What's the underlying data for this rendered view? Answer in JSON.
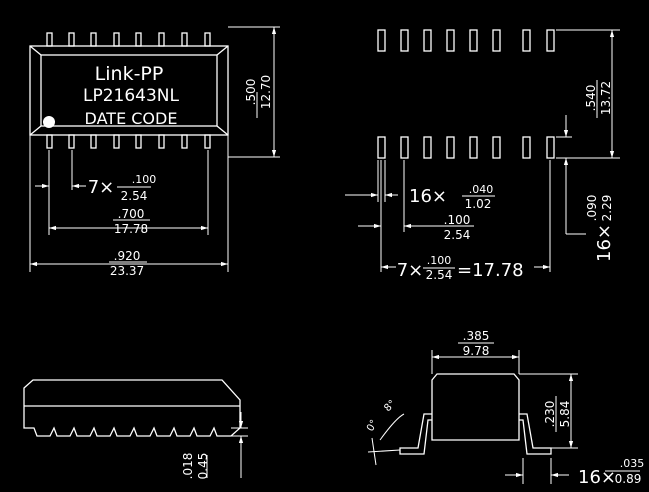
{
  "top_view": {
    "brand": "Link-PP",
    "part_number": "LP21643NL",
    "date_code": "DATE CODE",
    "height_in": ".500",
    "height_mm": "12.70",
    "pitch_count": "7",
    "pitch_in": ".100",
    "pitch_mm": "2.54",
    "span_in": ".700",
    "span_mm": "17.78",
    "body_len_in": ".920",
    "body_len_mm": "23.37"
  },
  "pad_layout": {
    "pad_span_in": ".540",
    "pad_span_mm": "13.72",
    "pad_count": "16",
    "pad_width_in": ".040",
    "pad_width_mm": "1.02",
    "pitch_in": ".100",
    "pitch_mm": "2.54",
    "pad_len_in": ".090",
    "pad_len_mm": "2.29",
    "total_count": "7",
    "total_pitch_in": ".100",
    "total_pitch_mm": "2.54",
    "total_mm": "=17.78"
  },
  "side_view": {
    "standoff_in": ".018",
    "standoff_mm": "0.45"
  },
  "end_view": {
    "width_in": ".385",
    "width_mm": "9.78",
    "height_in": ".230",
    "height_mm": "5.84",
    "angle_min": "0°",
    "angle_max": "8°",
    "lead_count": "16",
    "lead_in": ".035",
    "lead_mm": "0.89"
  },
  "symbols": {
    "times": "×"
  },
  "colors": {
    "line": "#ffffff",
    "background": "#000000"
  }
}
